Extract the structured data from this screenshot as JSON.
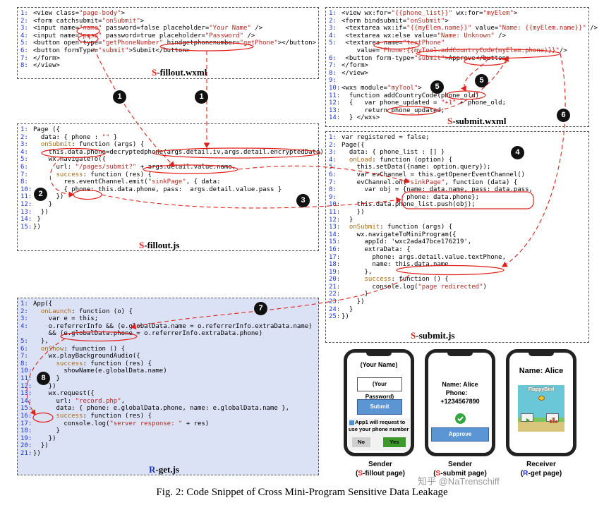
{
  "figure_caption": "Fig. 2: Code Snippet of Cross Mini-Program Sensitive Data Leakage",
  "watermark": "知乎 @NaTrenschiff",
  "panels": {
    "fillout_wxml": {
      "title_prefix": "S",
      "title_rest": "-fillout.wxml",
      "lines": [
        [
          "1:",
          "<view class=\"page-body\">"
        ],
        [
          "2:",
          "<form catchsubmit=\"onSubmit\">"
        ],
        [
          "3:",
          "<input name=\"name\" password=false placeholder=\"Your Name\" />"
        ],
        [
          "4:",
          "<input name=\"pass\" password=true placeholder=\"Password\" />"
        ],
        [
          "5:",
          "<button open-type=\"getPhoneNumber\" bindgetphonenumber=\"getPhone\"></button>"
        ],
        [
          "6:",
          "<button formType=\"submit\">Submit</button>"
        ],
        [
          "7:",
          "</form>"
        ],
        [
          "8:",
          "</view>"
        ]
      ]
    },
    "fillout_js": {
      "title_prefix": "S",
      "title_rest": "-fillout.js",
      "lines": [
        [
          "1:",
          "Page ({"
        ],
        [
          "2:",
          "  data: { phone : \"\" }"
        ],
        [
          "3:",
          "  onSubmit: function (args) {"
        ],
        [
          "4:",
          "    this.data.phone=decryptedphone(args.detail.iv,args.detail.encryptedData)"
        ],
        [
          "5:",
          "    wx.navigateTo({"
        ],
        [
          "6:",
          "      url: \"/pages/submit?\" + args.detail.value.name,"
        ],
        [
          "7:",
          "      success: function (res) {"
        ],
        [
          "8:",
          "        res.eventChannel.emit(\"sinkPage\", { data:"
        ],
        [
          "10:",
          "        { phone: this.data.phone, pass:  args.detail.value.pass }"
        ],
        [
          "11:",
          "      })"
        ],
        [
          "12:",
          "    }"
        ],
        [
          "13:",
          "  })"
        ],
        [
          "14:",
          " }"
        ],
        [
          "15:",
          "})"
        ]
      ]
    },
    "submit_wxml": {
      "title_prefix": "S",
      "title_rest": "-submit.wxml",
      "lines": [
        [
          "1:",
          "<view wx:for=\"{{phone_list}}\" wx:for=\"myElem\">"
        ],
        [
          "2:",
          "<form bindsubmit=\"onSubmit\">"
        ],
        [
          "3:",
          " <textarea wx:if=\"{{myElem.name}}\" value=\"Name: {{myElem.name}}\" />"
        ],
        [
          "4:",
          " <textarea wx:else value=\"Name: Unknown\" />"
        ],
        [
          "5:",
          " <textarea name=\"textPhone\""
        ],
        [
          "",
          "    value=\"Phone:{{myTool.addCountryCode(myElem.phone)}}\"/>"
        ],
        [
          "6:",
          " <button form-type=\"submit\">Approve</button>"
        ],
        [
          "7:",
          "</form>"
        ],
        [
          "8:",
          "</view>"
        ],
        [
          "9:",
          ""
        ],
        [
          "10:",
          "<wxs module=\"myTool\">"
        ],
        [
          "11:",
          "  function addCountryCode(phone_old)"
        ],
        [
          "12:",
          "  {   var phone_updated = \"+1\" + phone_old;"
        ],
        [
          "13:",
          "      return phone_updated;"
        ],
        [
          "14:",
          "  } </wxs>"
        ]
      ]
    },
    "submit_js": {
      "title_prefix": "S",
      "title_rest": "-submit.js",
      "lines": [
        [
          "1:",
          "var registered = false;"
        ],
        [
          "2:",
          "Page({"
        ],
        [
          "3:",
          "  data: { phone_list : [] }"
        ],
        [
          "4:",
          "  onLoad: function (option) {"
        ],
        [
          "5:",
          "    this.setData({name: option.query});"
        ],
        [
          "6:",
          "    var evChannel = this.getOpenerEventChannel()"
        ],
        [
          "7:",
          "    evChannel.on(\"sinkPage\", function (data) {"
        ],
        [
          "8:",
          "      var obj = {name: data.name, pass: data.pass,"
        ],
        [
          "9:",
          "                 phone: data.phone};"
        ],
        [
          "10:",
          "    this.data.phone_list.push(obj);"
        ],
        [
          "11:",
          "    })"
        ],
        [
          "12:",
          "  }"
        ],
        [
          "13:",
          "  onSubmit: function (args) {"
        ],
        [
          "14:",
          "    wx.navigateToMiniProgram({"
        ],
        [
          "15:",
          "      appId: 'wxc2ada47bce176219',"
        ],
        [
          "16:",
          "      extraData: {"
        ],
        [
          "17:",
          "        phone: args.detail.value.textPhone,"
        ],
        [
          "18:",
          "        name: this.data.name"
        ],
        [
          "19:",
          "      },"
        ],
        [
          "20:",
          "      success: function () {"
        ],
        [
          "21:",
          "        console.log(\"page redirected\")"
        ],
        [
          "22:",
          "      }"
        ],
        [
          "23:",
          "    })"
        ],
        [
          "24:",
          "  }"
        ],
        [
          "25:",
          "})"
        ]
      ]
    },
    "r_get_js": {
      "title_prefix": "R",
      "title_rest": "-get.js",
      "lines": [
        [
          "1:",
          "App({"
        ],
        [
          "2:",
          "  onLaunch: function (o) {"
        ],
        [
          "3:",
          "    var e = this;"
        ],
        [
          "4:",
          "    o.referrerInfo && (e.globalData.name = o.referrerInfo.extraData.name)"
        ],
        [
          "",
          "    && (e.globalData.phone = o.referrerInfo.extraData.phone)"
        ],
        [
          "5:",
          "  },"
        ],
        [
          "6:",
          "  onShow: fuunction () {"
        ],
        [
          "7:",
          "    wx.playBackgroundAudio({"
        ],
        [
          "8:",
          "      success: function (res) {"
        ],
        [
          "10:",
          "        showName(e.globalData.name)"
        ],
        [
          "11:",
          "      }"
        ],
        [
          "12:",
          "    })"
        ],
        [
          "13:",
          "    wx.request({"
        ],
        [
          "14:",
          "      url: \"record.php\","
        ],
        [
          "15:",
          "      data: { phone: e.globalData.phone, name: e.globalData.name },"
        ],
        [
          "16:",
          "      success: function (res) {"
        ],
        [
          "17:",
          "        console.log(\"server response: \" + res)"
        ],
        [
          "18:",
          "      }"
        ],
        [
          "19:",
          "    })"
        ],
        [
          "20:",
          "  })"
        ],
        [
          "21:",
          "})"
        ]
      ]
    }
  },
  "badges": [
    {
      "id": "b1a",
      "label": "1"
    },
    {
      "id": "b1b",
      "label": "1"
    },
    {
      "id": "b2",
      "label": "2"
    },
    {
      "id": "b3",
      "label": "3"
    },
    {
      "id": "b4",
      "label": "4"
    },
    {
      "id": "b5a",
      "label": "5"
    },
    {
      "id": "b5b",
      "label": "5"
    },
    {
      "id": "b6",
      "label": "6"
    },
    {
      "id": "b7",
      "label": "7"
    },
    {
      "id": "b8",
      "label": "8"
    }
  ],
  "phones": {
    "fillout": {
      "name_field": "(Your Name)",
      "password_field": "(Your Password)",
      "submit_button": "Submit",
      "permission_text_line1": "App1 will request to",
      "permission_text_line2": "use your phone number",
      "no_button": "No",
      "yes_button": "Yes",
      "role": "Sender",
      "caption_prefix": "(",
      "caption_letter": "S",
      "caption_rest": "-fillout page)"
    },
    "submit": {
      "name_line": "Name: Alice",
      "phone_label": "Phone:",
      "phone_value": "+1234567890",
      "approve_button": "Approve",
      "role": "Sender",
      "caption_prefix": "(",
      "caption_letter": "S",
      "caption_rest": "-submit page)"
    },
    "receiver": {
      "name_line": "Name: Alice",
      "game_title": "FlappyBird",
      "role": "Receiver",
      "caption_prefix": "(",
      "caption_letter": "R",
      "caption_rest": "-get page)"
    }
  },
  "colors": {
    "arrow_red": "#e0201a",
    "line_number_blue": "#1d33c8",
    "string_red": "#b4281e",
    "receiver_panel_bg": "#dce2f6",
    "button_blue": "#5b95d4",
    "yes_green": "#3d9a2a",
    "check_green": "#35a63f"
  }
}
